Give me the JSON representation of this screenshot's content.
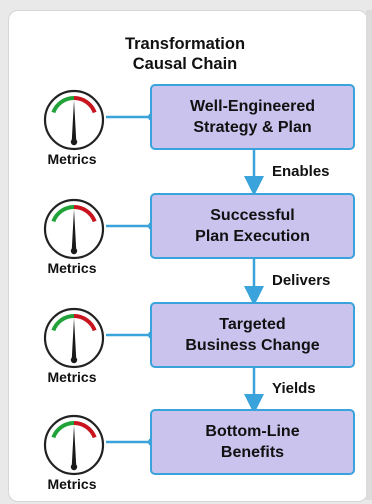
{
  "title": [
    "Transformation",
    "Causal Chain"
  ],
  "boxes": [
    {
      "label": "Well-Engineered\nStrategy & Plan",
      "metric": "Metrics"
    },
    {
      "label": "Successful\nPlan Execution",
      "metric": "Metrics"
    },
    {
      "label": "Targeted\nBusiness Change",
      "metric": "Metrics"
    },
    {
      "label": "Bottom-Line\nBenefits",
      "metric": "Metrics"
    }
  ],
  "connectors": [
    "Enables",
    "Delivers",
    "Yields"
  ],
  "colors": {
    "box_fill": "#c9c3ee",
    "box_border": "#3aa3dc",
    "gauge_green": "#22a33a",
    "gauge_red": "#c8141e"
  }
}
